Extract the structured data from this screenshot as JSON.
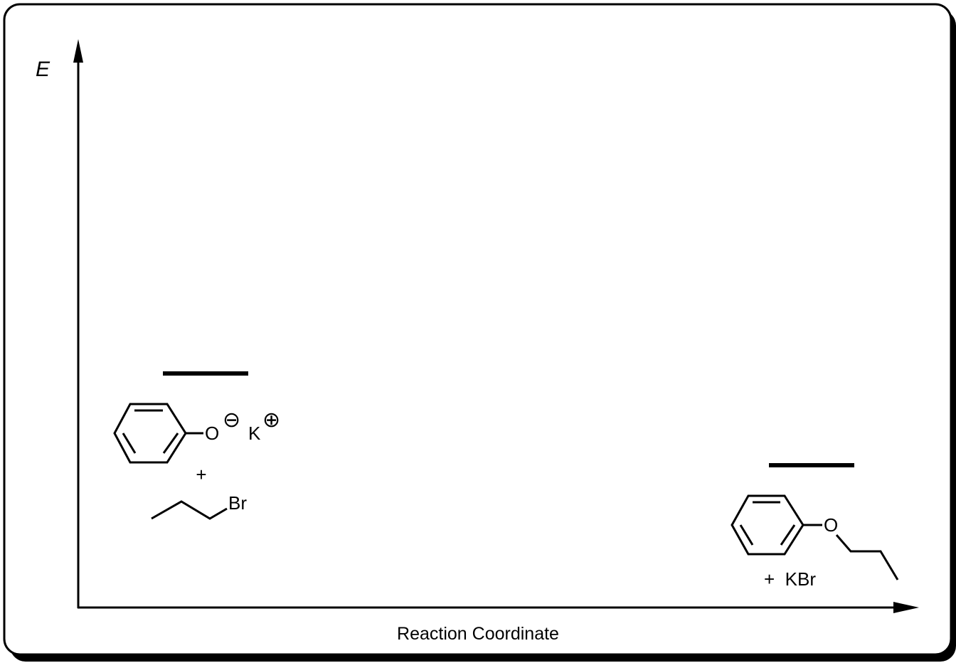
{
  "axes": {
    "y_label": "E",
    "x_label": "Reaction Coordinate"
  },
  "reactants": {
    "oxygen": "O",
    "anion_charge": "⊖",
    "potassium": "K",
    "cation_charge": "⊕",
    "plus": "+",
    "bromine": "Br"
  },
  "products": {
    "oxygen": "O",
    "byproduct": "+  KBr"
  },
  "colors": {
    "ink": "#000000",
    "background": "#ffffff"
  }
}
